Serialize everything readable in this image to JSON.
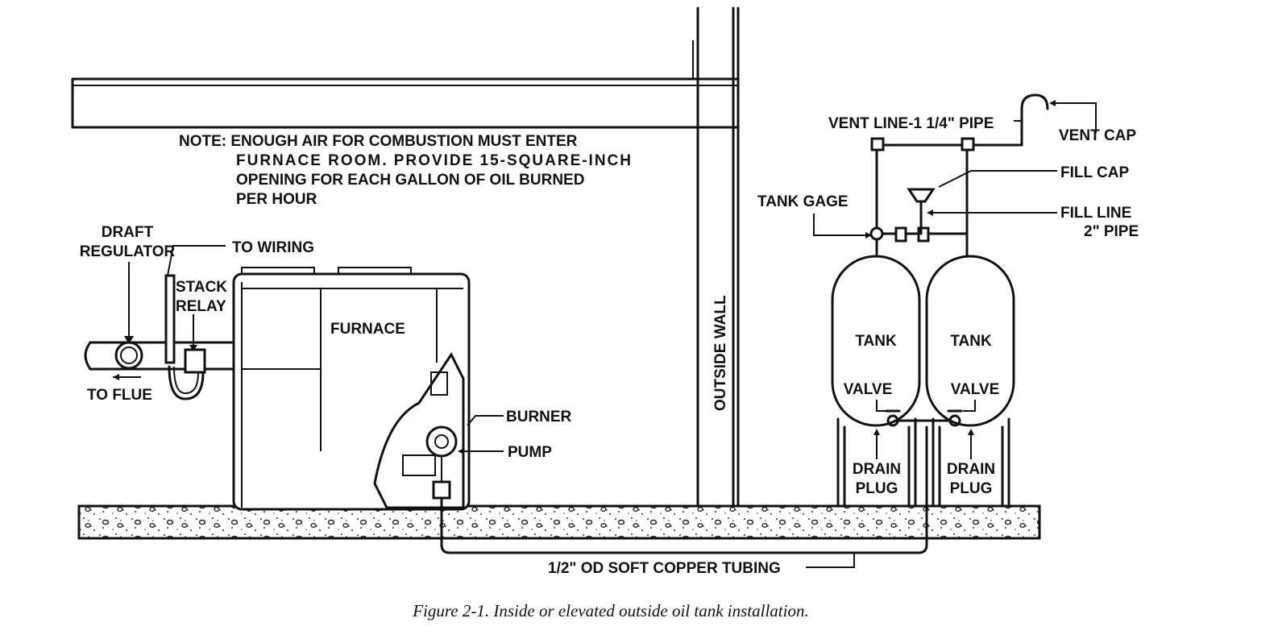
{
  "note": {
    "line1": "NOTE: ENOUGH AIR FOR COMBUSTION MUST ENTER",
    "line2": "FURNACE ROOM. PROVIDE 15-SQUARE-INCH",
    "line3": "OPENING FOR EACH GALLON OF OIL BURNED",
    "line4": "PER HOUR"
  },
  "labels": {
    "draft_regulator_1": "DRAFT",
    "draft_regulator_2": "REGULATOR",
    "to_wiring": "TO WIRING",
    "stack_relay_1": "STACK",
    "stack_relay_2": "RELAY",
    "furnace": "FURNACE",
    "to_flue": "TO FLUE",
    "burner": "BURNER",
    "pump": "PUMP",
    "outside_wall": "OUTSIDE WALL",
    "vent_line": "VENT LINE-1 1/4\" PIPE",
    "vent_cap": "VENT CAP",
    "fill_cap": "FILL CAP",
    "tank_gage": "TANK GAGE",
    "fill_line_1": "FILL LINE",
    "fill_line_2": "2\" PIPE",
    "tank_left": "TANK",
    "tank_right": "TANK",
    "valve_left": "VALVE",
    "valve_right": "VALVE",
    "drain_left_1": "DRAIN",
    "drain_left_2": "PLUG",
    "drain_right_1": "DRAIN",
    "drain_right_2": "PLUG",
    "tubing": "1/2\" OD SOFT COPPER TUBING"
  },
  "caption": "Figure 2-1.   Inside or elevated outside oil tank installation."
}
